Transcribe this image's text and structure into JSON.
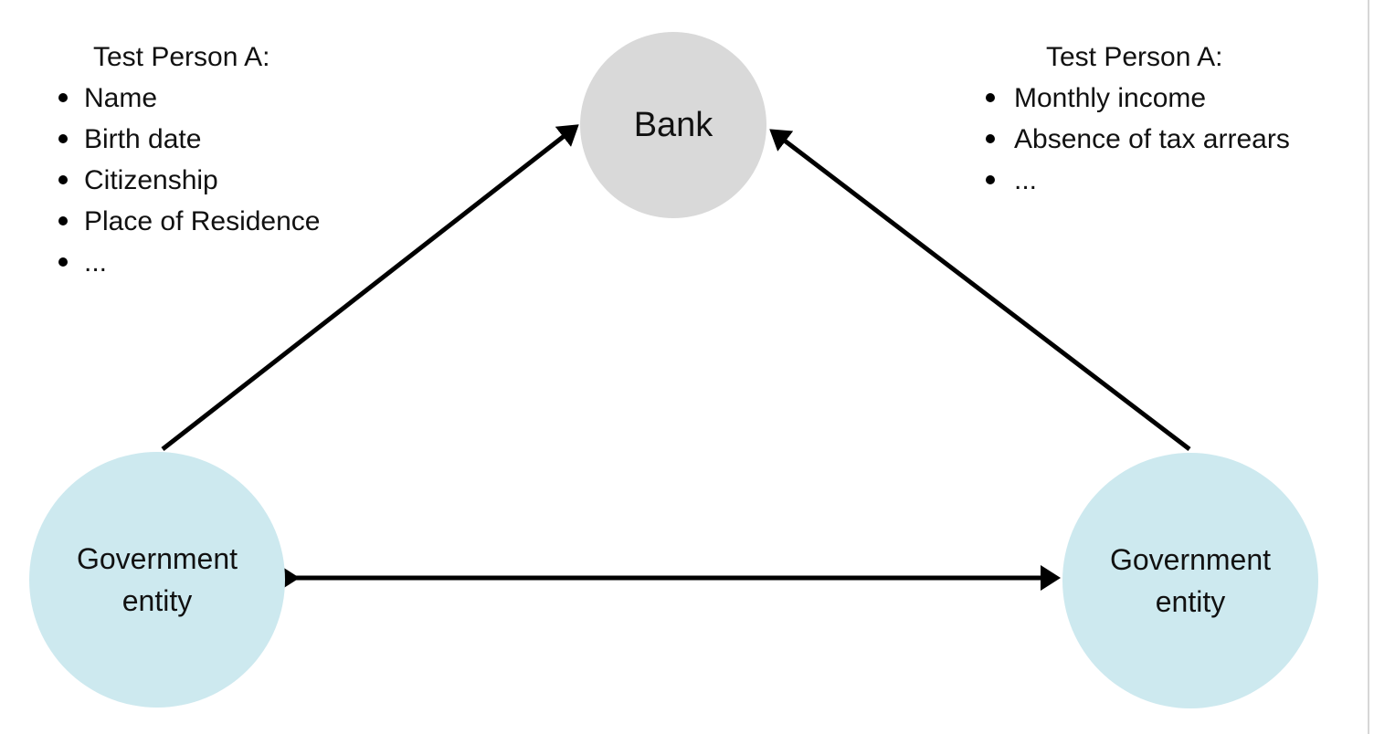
{
  "canvas": {
    "background_color": "#ffffff",
    "edge_line_color": "#d6d6d6"
  },
  "nodes": {
    "bank": {
      "label": "Bank",
      "fill_color": "#d9d9d9",
      "text_color": "#111111"
    },
    "gov_left": {
      "label": "Government entity",
      "fill_color": "#cde9ef",
      "text_color": "#111111"
    },
    "gov_right": {
      "label": "Government entity",
      "fill_color": "#cde9ef",
      "text_color": "#111111"
    }
  },
  "annotations": {
    "left": {
      "title": "Test Person A:",
      "items": [
        "Name",
        "Birth date",
        "Citizenship",
        "Place of Residence",
        "..."
      ]
    },
    "right": {
      "title": "Test Person A:",
      "items": [
        "Monthly income",
        "Absence of tax arrears",
        "..."
      ]
    }
  },
  "edges": [
    {
      "from": "gov_left",
      "to": "bank",
      "direction": "one-way",
      "color": "#000000"
    },
    {
      "from": "gov_right",
      "to": "bank",
      "direction": "one-way",
      "color": "#000000"
    },
    {
      "from": "gov_left",
      "to": "gov_right",
      "direction": "two-way",
      "color": "#000000"
    }
  ]
}
